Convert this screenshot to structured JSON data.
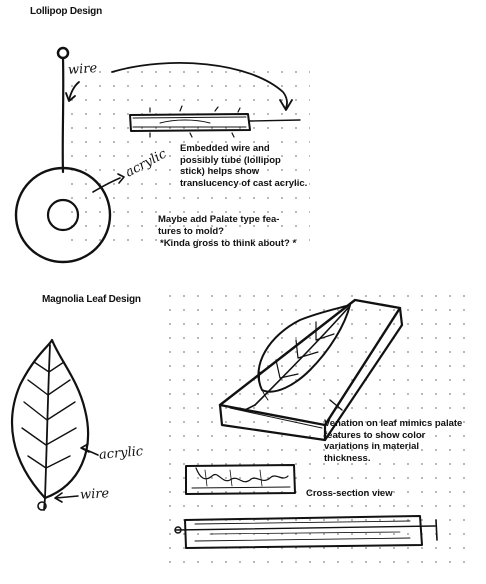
{
  "lollipop": {
    "title": "Lollipop Design",
    "label_wire": "wire",
    "label_acrylic": "acrylic",
    "note_embedded": "Embedded wire and possibly tube (lollipop stick) helps show translucency of cast acrylic.",
    "note_palate_1": "Maybe add Palate type fea- tures to mold?",
    "note_palate_2": "*Kinda gross to think about? *"
  },
  "magnolia": {
    "title": "Magnolia Leaf Design",
    "label_acrylic": "acrylic",
    "label_wire": "wire",
    "note_venation": "Venation on leaf mimics palate features to show color variations in material thickness.",
    "caption_cross_section": "Cross-section view"
  }
}
